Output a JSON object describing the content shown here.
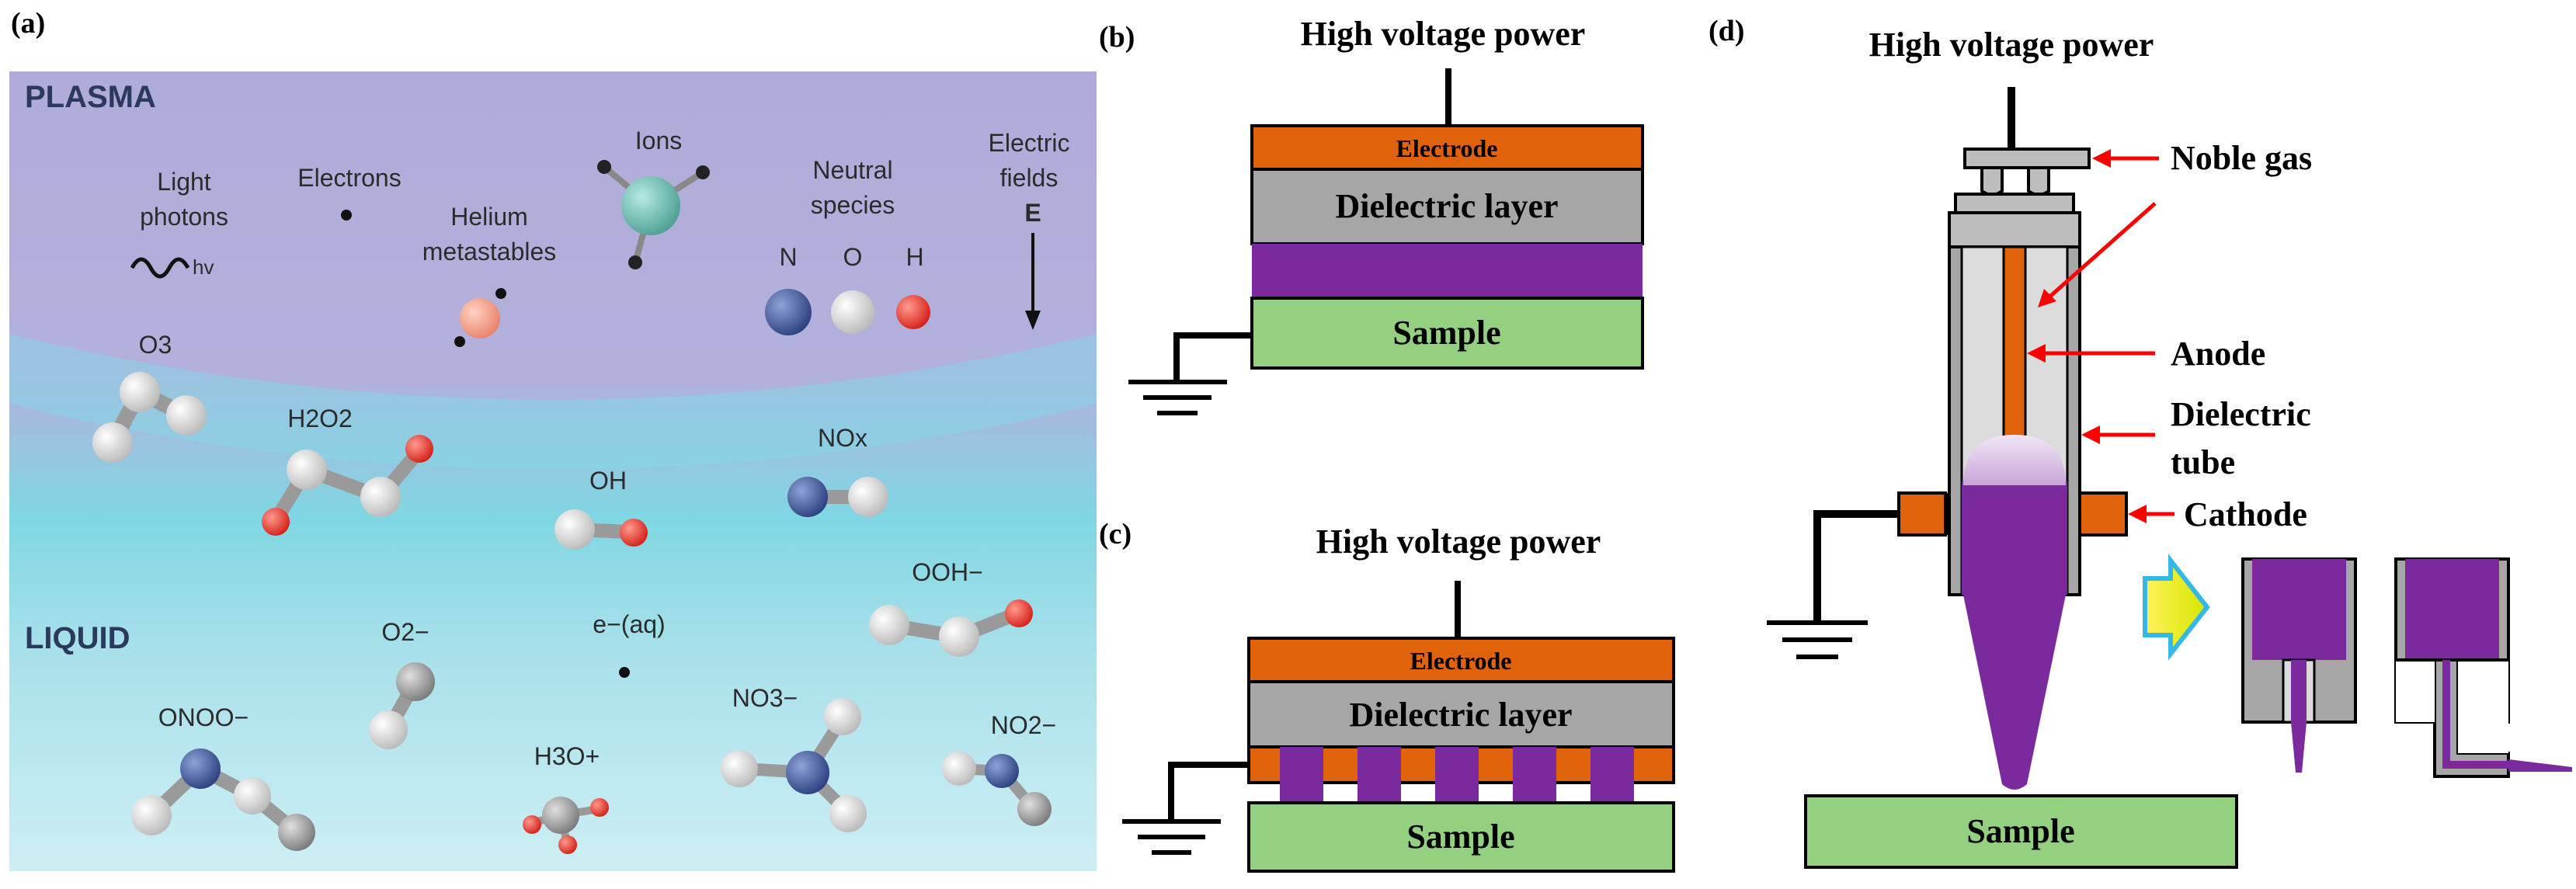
{
  "panel_labels": {
    "a": "(a)",
    "b": "(b)",
    "c": "(c)",
    "d": "(d)"
  },
  "panel_a": {
    "plasma_label": "PLASMA",
    "liquid_label": "LIQUID",
    "light_photons": "Light photons",
    "light_line1": "Light",
    "light_line2": "photons",
    "hv": "hv",
    "electrons": "Electrons",
    "ions": "Ions",
    "helium_line1": "Helium",
    "helium_line2": "metastables",
    "neutral_line1": "Neutral",
    "neutral_line2": "species",
    "n": "N",
    "o": "O",
    "h": "H",
    "efield_line1": "Electric",
    "efield_line2": "fields",
    "efield_symbol": "E",
    "o3": "O3",
    "h2o2": "H2O2",
    "oh": "OH",
    "nox": "NOx",
    "oohm": "OOH−",
    "o2m": "O2−",
    "eaq": "e−(aq)",
    "onoom": "ONOO−",
    "h3op": "H3O+",
    "no3m": "NO3−",
    "no2m": "NO2−"
  },
  "panel_b": {
    "power": "High voltage power",
    "electrode": "Electrode",
    "dielectric": "Dielectric layer",
    "sample": "Sample"
  },
  "panel_c": {
    "power": "High voltage power",
    "electrode": "Electrode",
    "dielectric": "Dielectric layer",
    "sample": "Sample"
  },
  "panel_d": {
    "power": "High voltage power",
    "noble_gas": "Noble gas",
    "anode": "Anode",
    "dielectric_line1": "Dielectric",
    "dielectric_line2": "tube",
    "cathode": "Cathode",
    "sample": "Sample"
  },
  "colors": {
    "plasma_bg": "#b4b1db",
    "liquid_bg": "#b7e5ec",
    "electrode": "#e0620a",
    "dielectric": "#a6a6a6",
    "plasma": "#7b2a9e",
    "sample": "#93d07f",
    "arrow_red": "#ff0000",
    "nitrogen": "#3a4f8e",
    "oxygen": "#e5322b",
    "hydrogen": "#e8e8e8"
  }
}
